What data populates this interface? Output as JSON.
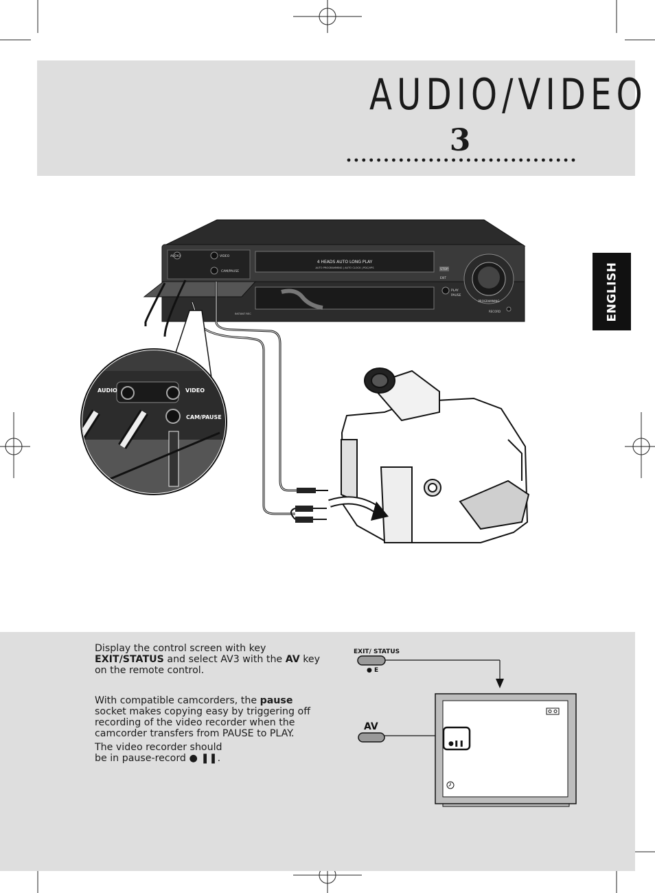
{
  "header": {
    "title": "AUDIO/VIDEO",
    "page_number": "3"
  },
  "language_tab": "ENGLISH",
  "vcr": {
    "front_label": "4 HEADS AUTO LONG PLAY",
    "front_sublabel": "AUTO PROGRAMMING | AUTO CLOCK | PDC/VPS",
    "panel_audio": "AUDIO",
    "panel_video": "VIDEO",
    "panel_campause": "CAM/PAUSE",
    "btn_stop": "STOP",
    "btn_exit": "EXIT",
    "btn_play": "PLAY",
    "btn_pause": "PAUSE",
    "dial_label": "PROGRAMMING",
    "bottom_left_label": "INSTANT REC",
    "bottom_right_label": "RECORD"
  },
  "zoom": {
    "audio": "AUDIO",
    "video": "VIDEO",
    "campause": "CAM/PAUSE"
  },
  "instructions": {
    "p1_pre": "Display the control screen with key ",
    "p1_key1": "EXIT/STATUS",
    "p1_mid": " and select AV3 with the ",
    "p1_key2": "AV",
    "p1_post": " key on the remote control.",
    "p2_pre": "With compatible camcorders, the ",
    "p2_key": "pause",
    "p2_post": " socket makes copying easy by triggering off recording of the video recorder when the camcorder transfers from PAUSE to PLAY.",
    "p3_line1": "The video recorder should",
    "p3_line2": "be in pause-record ",
    "p3_symbol": "● ❚❚",
    "p3_end": "."
  },
  "remote": {
    "exit_status_label": "EXIT/ STATUS",
    "exit_sub": "● E",
    "av_label": "AV"
  },
  "tv_screen": {
    "status_symbol": "●❚❚"
  }
}
